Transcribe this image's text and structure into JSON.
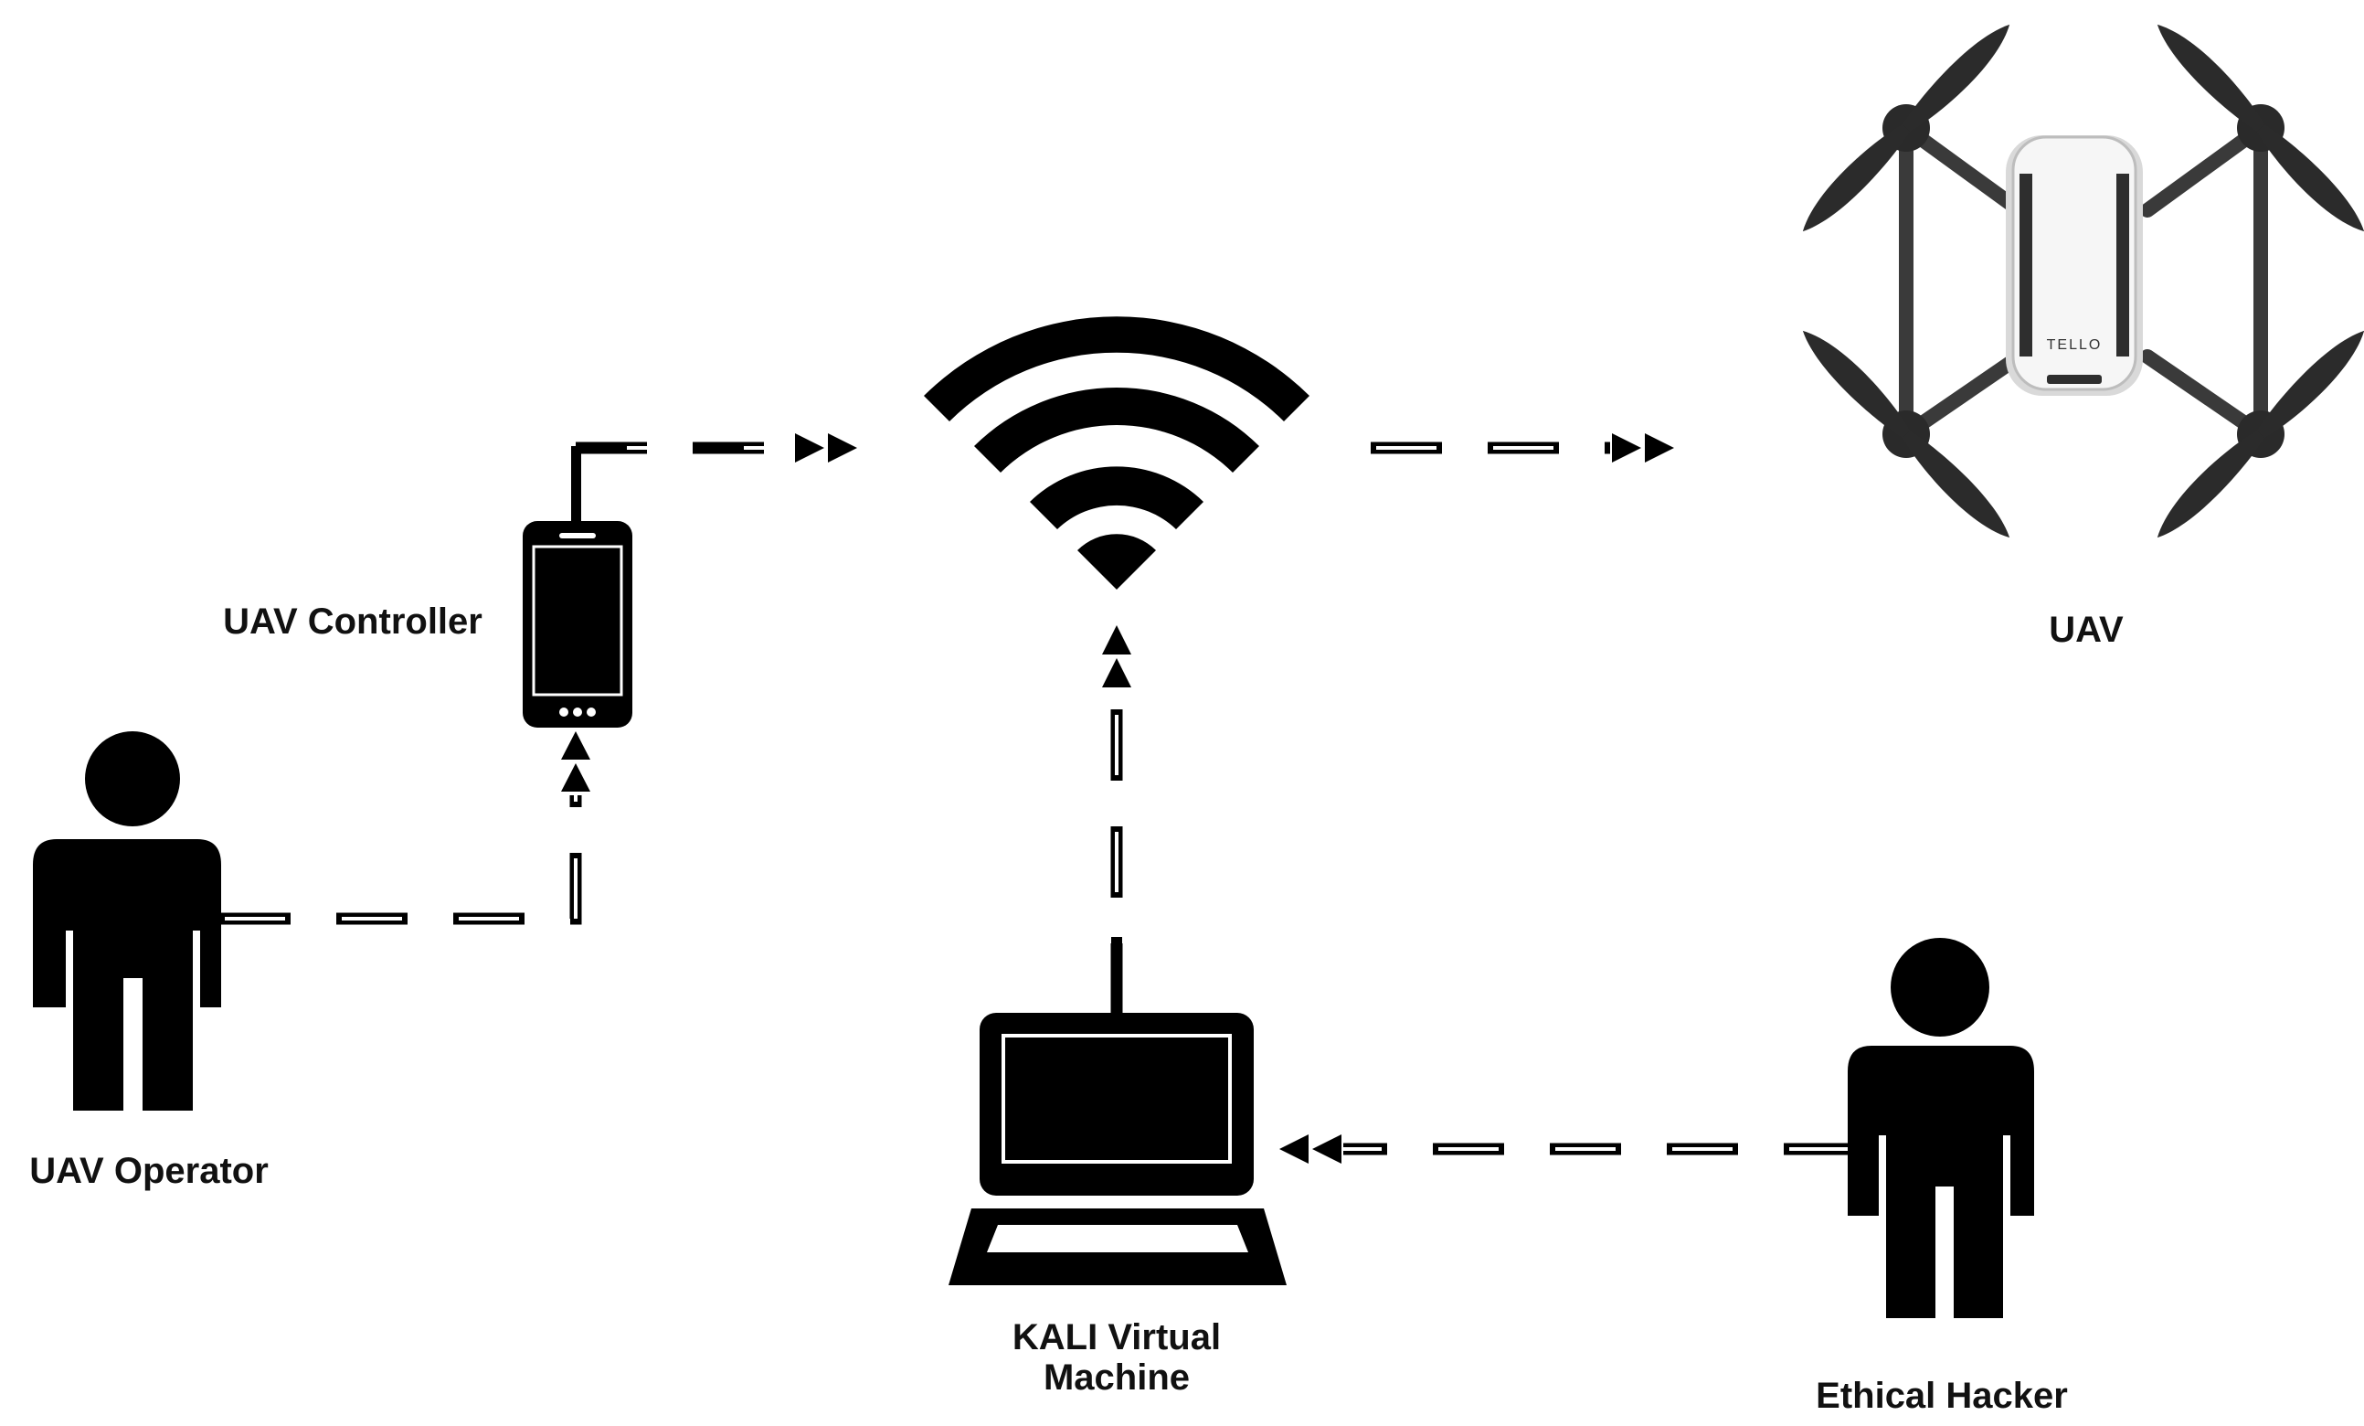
{
  "nodes": {
    "uav_operator": {
      "label": "UAV Operator",
      "icon": "person-icon"
    },
    "uav_controller": {
      "label": "UAV Controller",
      "icon": "smartphone-icon"
    },
    "wifi": {
      "icon": "wifi-icon"
    },
    "uav": {
      "label": "UAV",
      "icon": "drone-icon",
      "brand_text": "TELLO"
    },
    "kali_vm": {
      "label_line1": "KALI Virtual",
      "label_line2": "Machine",
      "icon": "laptop-icon"
    },
    "ethical_hacker": {
      "label": "Ethical Hacker",
      "icon": "person-icon"
    }
  },
  "edges": [
    {
      "from": "uav_operator",
      "to": "uav_controller",
      "style": "dashed",
      "arrow": "double"
    },
    {
      "from": "uav_controller",
      "to": "wifi",
      "style": "dashed",
      "arrow": "double"
    },
    {
      "from": "wifi",
      "to": "uav",
      "style": "dashed",
      "arrow": "double"
    },
    {
      "from": "kali_vm",
      "to": "wifi",
      "style": "dashed",
      "arrow": "double"
    },
    {
      "from": "ethical_hacker",
      "to": "kali_vm",
      "style": "dashed",
      "arrow": "double"
    }
  ],
  "colors": {
    "ink": "#000000",
    "drone_body": "#f4f4f4",
    "drone_frame": "#3a3a3a"
  }
}
